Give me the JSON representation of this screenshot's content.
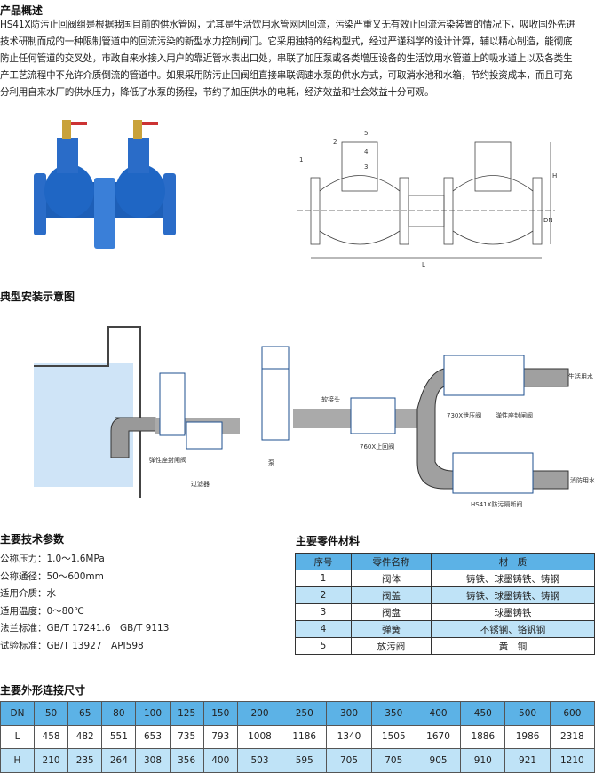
{
  "overview": {
    "title": "产品概述",
    "lines": [
      "HS41X防污止回阀组是根据我国目前的供水管网，尤其是生活饮用水管网因回流，污染严重又无有效止回流污染装置的情况下，吸收国外先进",
      "技术研制而成的一种限制管道中的回流污染的新型水力控制阀门。它采用独特的结构型式，经过严谨科学的设计计算，辅以精心制造，能彻底",
      "防止任何管道的交叉处，市政自来水接入用户的靠近管水表出口处，串联了加压泵或各类增压设备的生活饮用水管道上的吸水道上以及各类生",
      "产工艺流程中不允许介质倒流的管道中。如果采用防污止回阀组直接串联调速水泵的供水方式，可取消水池和水箱，节约投资成本，而且可充",
      "分利用自来水厂的供水压力，降低了水泵的扬程，节约了加压供水的电耗，经济效益和社会效益十分可观。"
    ]
  },
  "drawing": {
    "callouts": [
      "1",
      "2",
      "3",
      "4",
      "5"
    ],
    "dims": {
      "H": "H",
      "DN": "DN",
      "L": "L"
    }
  },
  "install": {
    "title": "典型安装示意图",
    "labels": {
      "gate1": "弹性座封闸阀",
      "filter": "过滤器",
      "pump": "泵",
      "flex": "软接头",
      "check": "760X止回阀",
      "relief": "730X泄压阀",
      "gate2": "弹性座封闸阀",
      "domestic": "生活用水",
      "fire": "消防用水",
      "hs41x": "HS41X防污隔断阀"
    }
  },
  "params": {
    "title": "主要技术参数",
    "items": [
      "公称压力：1.0～1.6MPa",
      "公称通径：50～600mm",
      "适用介质：水",
      "适用温度：0～80℃",
      "法兰标准：GB/T 17241.6　GB/T 9113",
      "试验标准：GB/T 13927　API598"
    ]
  },
  "parts": {
    "title": "主要零件材料",
    "headers": [
      "序号",
      "零件名称",
      "材　质"
    ],
    "rows": [
      [
        "1",
        "阀体",
        "铸铁、球墨铸铁、铸钢"
      ],
      [
        "2",
        "阀盖",
        "铸铁、球墨铸铁、铸钢"
      ],
      [
        "3",
        "阀盘",
        "球墨铸铁"
      ],
      [
        "4",
        "弹簧",
        "不锈钢、铬钒钢"
      ],
      [
        "5",
        "放污阀",
        "黄　铜"
      ]
    ]
  },
  "dims": {
    "title": "主要外形连接尺寸",
    "rows": [
      [
        "DN",
        "50",
        "65",
        "80",
        "100",
        "125",
        "150",
        "200",
        "250",
        "300",
        "350",
        "400",
        "450",
        "500",
        "600"
      ],
      [
        "L",
        "458",
        "482",
        "551",
        "653",
        "735",
        "793",
        "1008",
        "1186",
        "1340",
        "1505",
        "1670",
        "1886",
        "1986",
        "2318"
      ],
      [
        "H",
        "210",
        "235",
        "264",
        "308",
        "356",
        "400",
        "503",
        "595",
        "705",
        "705",
        "905",
        "910",
        "921",
        "1210"
      ]
    ]
  }
}
